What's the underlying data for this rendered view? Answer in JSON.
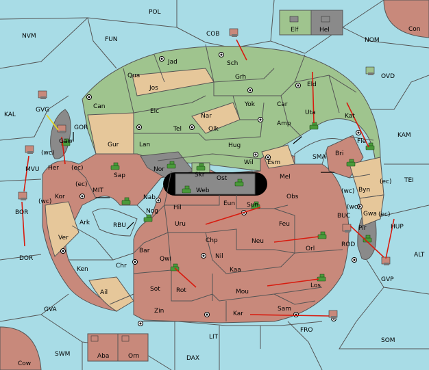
{
  "colors": {
    "sea": "#a8dce6",
    "green_power": "#9fc48e",
    "red_power": "#c8897b",
    "neutral": "#e6c79a",
    "impassable": "#8a8a8a",
    "order_arrow": "#d81b0f",
    "support_arrow": "#e8d820"
  },
  "legend": {
    "items": [
      {
        "label": "Elf",
        "icon": "ship-icon"
      },
      {
        "label": "Hel",
        "icon": "ship-icon"
      }
    ]
  },
  "regions": {
    "POL": "POL",
    "NVM": "NVM",
    "FUN": "FUN",
    "COB": "COB",
    "NOM": "NOM",
    "Con": "Con",
    "OVD": "OVD",
    "KAL": "KAL",
    "GVG": "GVG",
    "GOR": "GOR",
    "KAM": "KAM",
    "SMA": "SMA",
    "TEI": "TEI",
    "MIT": "MIT",
    "MVU": "MVU",
    "BOR": "BOR",
    "DOR": "DOR",
    "RBU": "RBU",
    "BUC": "BUC",
    "HUP": "HUP",
    "ROD": "ROD",
    "ALT": "ALT",
    "GVP": "GVP",
    "GVA": "GVA",
    "FRO": "FRO",
    "SOM": "SOM",
    "LIT": "LIT",
    "SWM": "SWM",
    "DAX": "DAX",
    "Cow": "Cow",
    "Aba": "Aba",
    "Orn": "Orn",
    "Jad": "Jad",
    "Sch": "Sch",
    "Qua": "Qua",
    "Jos": "Jos",
    "Grh": "Grh",
    "Eld": "Eld",
    "Can": "Can",
    "Elc": "Elc",
    "Nar": "Nar",
    "Yok": "Yok",
    "Car": "Car",
    "Uta": "Uta",
    "Gaw": "Gaw",
    "Tel": "Tel",
    "Olk": "Olk",
    "Amp": "Amp",
    "Kat": "Kat",
    "Gur": "Gur",
    "Lan": "Lan",
    "Hug": "Hug",
    "Fle": "Fle",
    "Her": "Her",
    "Nor": "Nor",
    "Skr": "Skr",
    "Wil": "Wil",
    "Esm": "Esm",
    "Bri": "Bri",
    "Sap": "Sap",
    "Web": "Web",
    "Ost": "Ost",
    "Mel": "Mel",
    "Kor": "Kor",
    "Nab": "Nab",
    "Eun": "Eun",
    "Obs": "Obs",
    "Byn": "Byn",
    "Hil": "Hil",
    "Sun": "Sun",
    "Gwa": "Gwa",
    "Ark": "Ark",
    "Nog": "Nog",
    "Uru": "Uru",
    "Feu": "Feu",
    "Pir": "Pir",
    "Ver": "Ver",
    "Bar": "Bar",
    "Chp": "Chp",
    "Neu": "Neu",
    "Orl": "Orl",
    "Qwi": "Qwi",
    "Nil": "Nil",
    "Ken": "Ken",
    "Chr": "Chr",
    "Kaa": "Kaa",
    "Ail": "Ail",
    "Sot": "Sot",
    "Rot": "Rot",
    "Mou": "Mou",
    "Los": "Los",
    "Zin": "Zin",
    "Kar": "Kar",
    "Sam": "Sam"
  },
  "coast_tags": {
    "wc": "(wc)",
    "ec": "(ec)"
  }
}
